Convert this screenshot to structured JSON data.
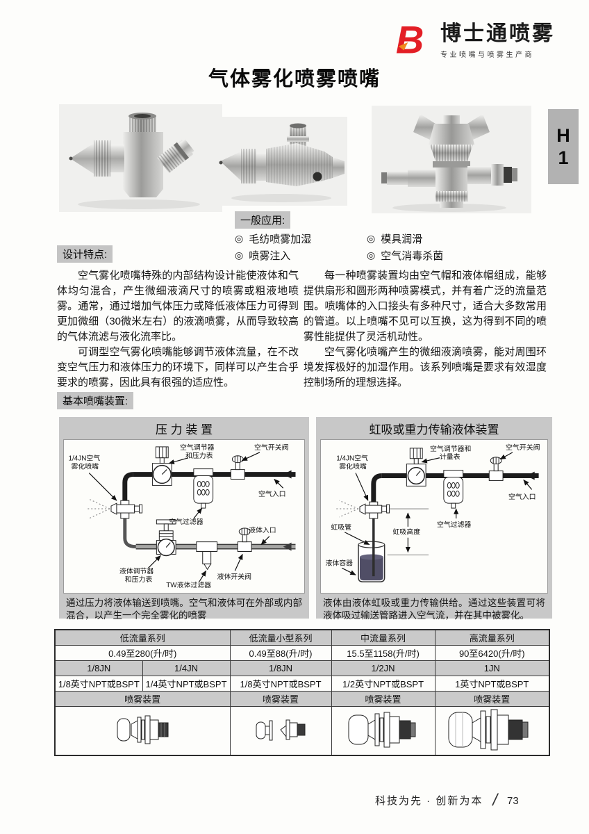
{
  "brand": {
    "logo_letter": "B",
    "name": "博士通喷雾",
    "tagline": "专业喷嘴与喷雾生产商"
  },
  "page": {
    "title": "气体雾化喷雾喷嘴",
    "side_tab": {
      "line1": "H",
      "line2": "1"
    },
    "footer": {
      "slogan": "科技为先 · 创新为本",
      "divider": "/",
      "page_number": "73"
    }
  },
  "applications": {
    "heading": "一般应用:",
    "bullet": "◎",
    "items": [
      "毛纺喷雾加湿",
      "喷雾注入",
      "模具润滑",
      "空气消毒杀菌"
    ]
  },
  "design_features": {
    "heading": "设计特点:",
    "left_paragraphs": [
      "空气雾化喷嘴特殊的内部结构设计能使液体和气体均匀混合，产生微细液滴尺寸的喷雾或粗液地喷雾。通常，通过增加气体压力或降低液体压力可得到更加微细（30微米左右）的液滴喷雾，从而导致较高的气体流滤与液化流率比。",
      "可调型空气雾化喷嘴能够调节液体流量，在不改变空气压力和液体压力的环境下，同样可以产生合乎要求的喷雾，因此具有很强的适应性。"
    ],
    "right_paragraphs": [
      "每一种喷雾装置均由空气帽和液体帽组成，能够提供扇形和圆形两种喷雾模式，并有着广泛的流量范围。喷嘴体的入口接头有多种尺寸，适合大多数常用的管道。以上喷嘴不见可以互换，这为得到不同的喷雾性能提供了灵活机动性。",
      "空气雾化喷嘴产生的微细液滴喷雾，能对周围环境发挥极好的加湿作用。该系列喷嘴是要求有效湿度控制场所的理想选择。"
    ]
  },
  "basic_setup": {
    "heading": "基本喷嘴装置:",
    "pressure": {
      "title": "压  力  装  置",
      "caption": "通过压力将液体输送到喷嘴。空气和液体可在外部或内部混合，以产生一个完全雾化的喷雾",
      "labels": {
        "nozzle_l1": "1/4JN空气",
        "nozzle_l2": "雾化喷嘴",
        "air_regulator_l1": "空气调节器",
        "air_regulator_l2": "和压力表",
        "air_valve": "空气开关阀",
        "air_inlet": "空气入口",
        "air_filter": "空气过滤器",
        "liquid_regulator_l1": "液体调节器",
        "liquid_regulator_l2": "和压力表",
        "liquid_filter": "TW液体过滤器",
        "liquid_valve": "液体开关阀",
        "liquid_inlet": "液体入口"
      }
    },
    "siphon": {
      "title": "虹吸或重力传输液体装置",
      "caption": "液体由液体虹吸或重力传输供给。通过这些装置可将液体吸过输送管路进入空气流，并在其中被雾化。",
      "labels": {
        "nozzle_l1": "1/4JN空气",
        "nozzle_l2": "雾化喷嘴",
        "air_regulator_l1": "空气调节器和",
        "air_regulator_l2": "计量表",
        "air_valve": "空气开关阀",
        "air_inlet": "空气入口",
        "air_filter": "空气过滤器",
        "siphon_tube": "虹吸管",
        "siphon_height": "虹吸高度",
        "liquid_container": "液体容器"
      }
    }
  },
  "table": {
    "assembly_label": "喷雾装置",
    "columns": [
      {
        "series": "低流量系列",
        "flow": "0.49至280(升/时)",
        "models": [
          "1/8JN",
          "1/4JN"
        ],
        "connections": [
          "1/8英寸NPT或BSPT",
          "1/4英寸NPT或BSPT"
        ]
      },
      {
        "series": "低流量小型系列",
        "flow": "0.49至88(升/时)",
        "models": [
          "1/8JN"
        ],
        "connections": [
          "1/8英寸NPT或BSPT"
        ]
      },
      {
        "series": "中流量系列",
        "flow": "15.5至1158(升/时)",
        "models": [
          "1/2JN"
        ],
        "connections": [
          "1/2英寸NPT或BSPT"
        ]
      },
      {
        "series": "高流量系列",
        "flow": "90至6420(升/时)",
        "models": [
          "1JN"
        ],
        "connections": [
          "1英寸NPT或BSPT"
        ]
      }
    ]
  }
}
